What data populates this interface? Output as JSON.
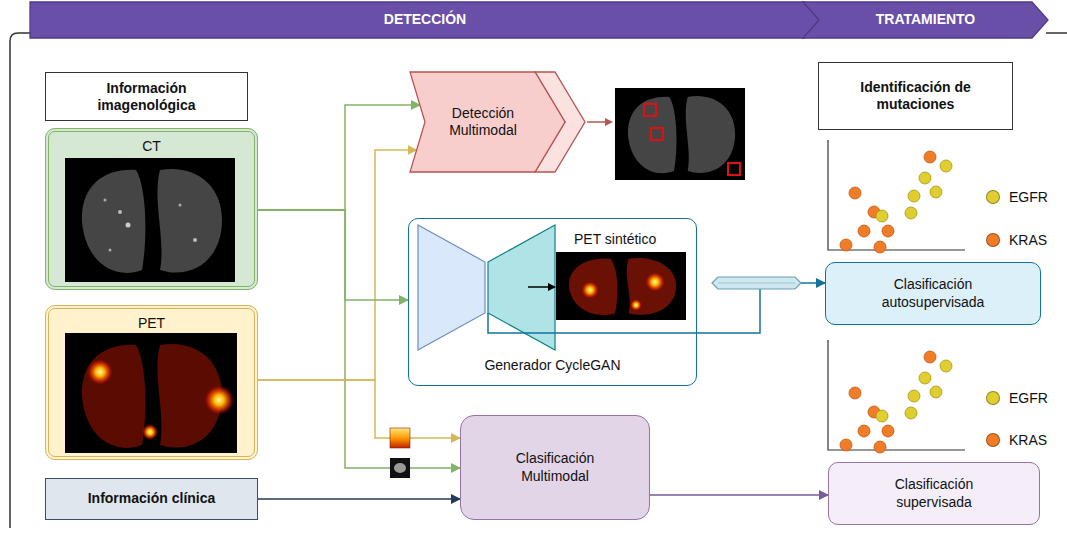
{
  "diagram": {
    "nodes": [
      {
        "text": [
          "DETECCIÓN"
        ]
      },
      {
        "text": [
          "TRATAMIENTO"
        ]
      },
      {
        "text": [
          "Información imagenológica"
        ]
      },
      {
        "text": [
          "CT"
        ]
      },
      {
        "text": [
          "PET"
        ]
      },
      {
        "text": [
          "Información clínica"
        ]
      },
      {
        "text": [
          "Detección Multimodal"
        ]
      },
      {
        "text": [
          "Generador CycleGAN"
        ]
      },
      {
        "text": [
          "Identificación de mutaciones"
        ]
      },
      {
        "text": [
          "Clasificación autosupervisada"
        ]
      },
      {
        "text": [
          "Clasificación Multimodal"
        ]
      },
      {
        "text": [
          "Clasificación supervisada"
        ]
      }
    ],
    "edges": [
      {
        "from": 3,
        "to": 6,
        "arrow": "to"
      },
      {
        "from": 4,
        "to": 6,
        "arrow": "to"
      },
      {
        "from": 3,
        "to": 7,
        "arrow": "to"
      },
      {
        "from": 7,
        "to": 9,
        "arrow": "to"
      },
      {
        "from": 3,
        "to": 10,
        "arrow": "to"
      },
      {
        "from": 4,
        "to": 10,
        "arrow": "to"
      },
      {
        "from": 5,
        "to": 10,
        "arrow": "to"
      },
      {
        "from": 10,
        "to": 11,
        "arrow": "to"
      }
    ],
    "labels": [
      "PET sintético"
    ],
    "legend": [
      {
        "text": "EGFR",
        "color": "#e0cd2f"
      },
      {
        "text": "KRAS",
        "color": "#f07c28"
      },
      {
        "text": "EGFR",
        "color": "#e0cd2f"
      },
      {
        "text": "KRAS",
        "color": "#f07c28"
      }
    ]
  }
}
